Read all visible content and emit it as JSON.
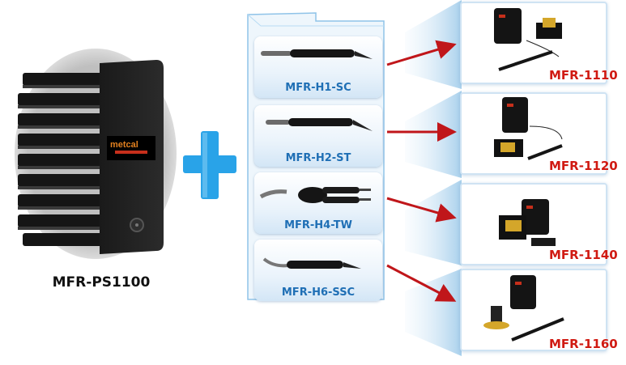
{
  "power_supply": {
    "label": "MFR-PS1100",
    "logo_text": "metcal"
  },
  "handpieces": [
    {
      "label": "MFR-H1-SC"
    },
    {
      "label": "MFR-H2-ST"
    },
    {
      "label": "MFR-H4-TW"
    },
    {
      "label": "MFR-H6-SSC"
    }
  ],
  "systems": [
    {
      "label": "MFR-1110"
    },
    {
      "label": "MFR-1120"
    },
    {
      "label": "MFR-1140"
    },
    {
      "label": "MFR-1160"
    }
  ],
  "colors": {
    "accent_blue": "#1f6fb5",
    "plus_blue": "#29a3e8",
    "arrow_red": "#c0161a",
    "label_red": "#d01a12"
  }
}
